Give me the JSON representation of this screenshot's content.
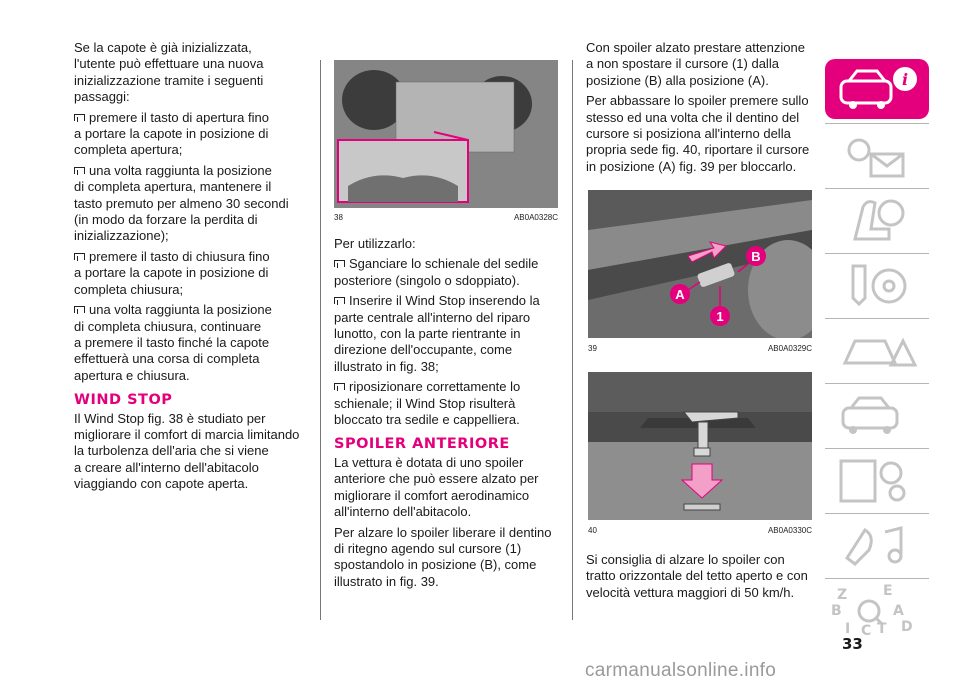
{
  "col1": {
    "intro": [
      "Se la capote è già inizializzata,",
      "l'utente può effettuare una nuova",
      "inizializzazione tramite i seguenti",
      "passaggi:"
    ],
    "bullets": [
      [
        "premere il tasto di apertura fino",
        "a portare la capote in posizione di",
        "completa apertura;"
      ],
      [
        "una volta raggiunta la posizione",
        "di completa apertura, mantenere il",
        "tasto premuto per almeno 30 secondi",
        "(in modo da forzare la perdita di",
        "inizializzazione);"
      ],
      [
        "premere il tasto di chiusura fino",
        "a portare la capote in posizione di",
        "completa chiusura;"
      ],
      [
        "una volta raggiunta la posizione",
        "di completa chiusura, continuare",
        "a premere il tasto finché la capote",
        "effettuerà una corsa di completa",
        "apertura e chiusura."
      ]
    ],
    "heading": "WIND STOP",
    "para": [
      "Il Wind Stop fig. 38 è studiato per",
      "migliorare il comfort di marcia limitando",
      "la turbolenza dell'aria che si viene",
      "a creare all'interno dell'abitacolo",
      "viaggiando con capote aperta."
    ]
  },
  "col2": {
    "fig_num": "38",
    "fig_code": "AB0A0328C",
    "lead": "Per utilizzarlo:",
    "bullets": [
      [
        "Sganciare lo schienale del sedile",
        "posteriore (singolo o sdoppiato)."
      ],
      [
        "Inserire il Wind Stop inserendo la",
        "parte centrale all'interno del riparo",
        "lunotto, con la parte rientrante in",
        "direzione dell'occupante, come",
        "illustrato in fig. 38;"
      ],
      [
        "riposizionare correttamente lo",
        "schienale; il Wind Stop risulterà",
        "bloccato tra sedile e cappelliera."
      ]
    ],
    "heading": "SPOILER ANTERIORE",
    "para1": [
      "La vettura è dotata di uno spoiler",
      "anteriore che può essere alzato per",
      "migliorare il comfort aerodinamico",
      "all'interno dell'abitacolo."
    ],
    "para2": [
      "Per alzare lo spoiler liberare il dentino",
      "di ritegno agendo sul cursore (1)",
      "spostandolo in posizione (B), come",
      "illustrato in fig. 39."
    ]
  },
  "col3": {
    "para1": [
      "Con spoiler alzato prestare attenzione",
      "a non spostare il cursore (1) dalla",
      "posizione (B) alla posizione (A)."
    ],
    "para2": [
      "Per abbassare lo spoiler premere sullo",
      "stesso ed una volta che il dentino del",
      "cursore si posiziona all'interno della",
      "propria sede fig. 40, riportare il cursore",
      "in posizione (A) fig. 39 per bloccarlo."
    ],
    "fig39_num": "39",
    "fig39_code": "AB0A0329C",
    "fig39_labels": {
      "a": "A",
      "b": "B",
      "one": "1"
    },
    "fig40_num": "40",
    "fig40_code": "AB0A0330C",
    "para3": [
      "Si consiglia di alzare lo spoiler con",
      "tratto orizzontale del tetto aperto e con",
      "velocità vettura maggiori di 50 km/h."
    ]
  },
  "page_number": "33",
  "watermark": "carmanualsonline.info",
  "accent_color": "#e4007d",
  "tab_icons": [
    "car-info-icon",
    "warning-lights-icon",
    "airbag-seat-icon",
    "ignition-steering-icon",
    "accident-road-icon",
    "car-service-icon",
    "specs-gears-icon",
    "multimedia-icon",
    "index-letters-icon"
  ]
}
